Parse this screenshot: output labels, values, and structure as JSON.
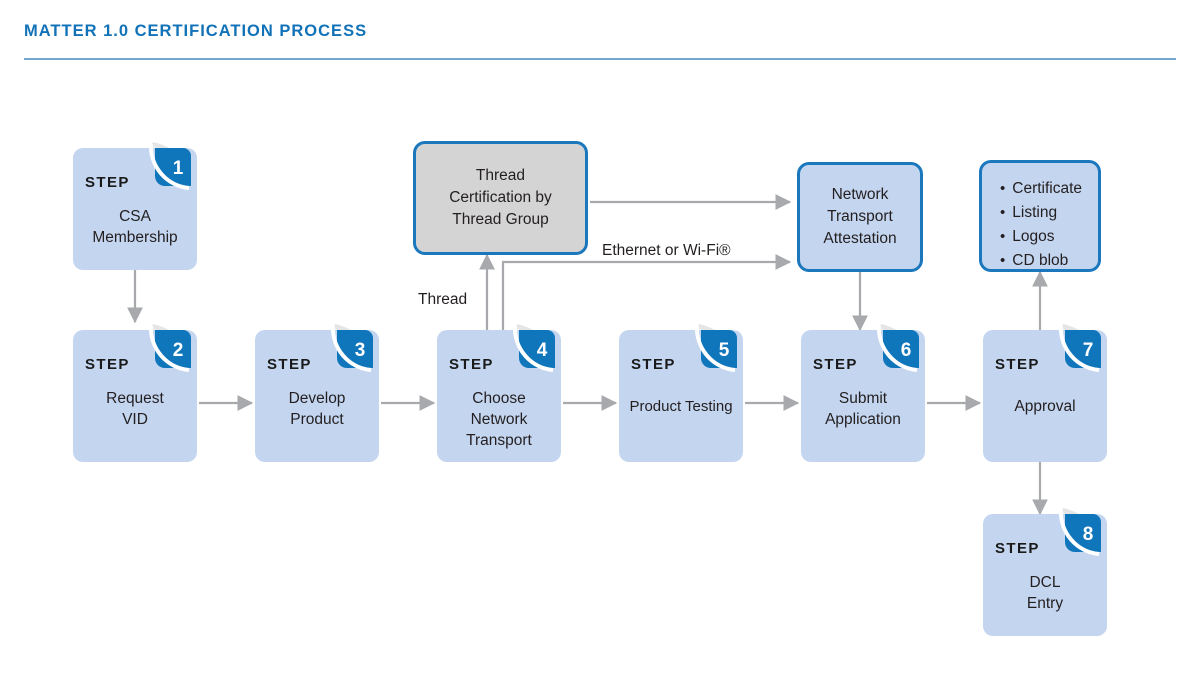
{
  "header": {
    "title": "MATTER 1.0 CERTIFICATION PROCESS",
    "title_color": "#1272b8",
    "rule_color": "#74a6cd"
  },
  "theme": {
    "step_fill": "#c4d5ef",
    "badge_blue": "#0f76bc",
    "border_blue": "#1b78bd",
    "gray_fill": "#d4d4d4",
    "arrow_gray": "#a7a9ac",
    "text": "#231f20"
  },
  "steps": [
    {
      "word": "STEP",
      "number": "1",
      "lines": [
        "CSA",
        "Membership"
      ]
    },
    {
      "word": "STEP",
      "number": "2",
      "lines": [
        "Request",
        "VID"
      ]
    },
    {
      "word": "STEP",
      "number": "3",
      "lines": [
        "Develop",
        "Product"
      ]
    },
    {
      "word": "STEP",
      "number": "4",
      "lines": [
        "Choose",
        "Network",
        "Transport"
      ]
    },
    {
      "word": "STEP",
      "number": "5",
      "lines": [
        "Product Testing"
      ]
    },
    {
      "word": "STEP",
      "number": "6",
      "lines": [
        "Submit",
        "Application"
      ]
    },
    {
      "word": "STEP",
      "number": "7",
      "lines": [
        "Approval"
      ]
    },
    {
      "word": "STEP",
      "number": "8",
      "lines": [
        "DCL",
        "Entry"
      ]
    }
  ],
  "nodes": {
    "thread_cert": {
      "lines": [
        "Thread",
        "Certification by",
        "Thread Group"
      ]
    },
    "network_attestation": {
      "lines": [
        "Network",
        "Transport",
        "Attestation"
      ]
    },
    "outputs": {
      "items": [
        "Certificate",
        "Listing",
        "Logos",
        "CD blob"
      ]
    }
  },
  "edge_labels": {
    "thread": "Thread",
    "ethernet_wifi": "Ethernet or Wi-Fi®"
  }
}
